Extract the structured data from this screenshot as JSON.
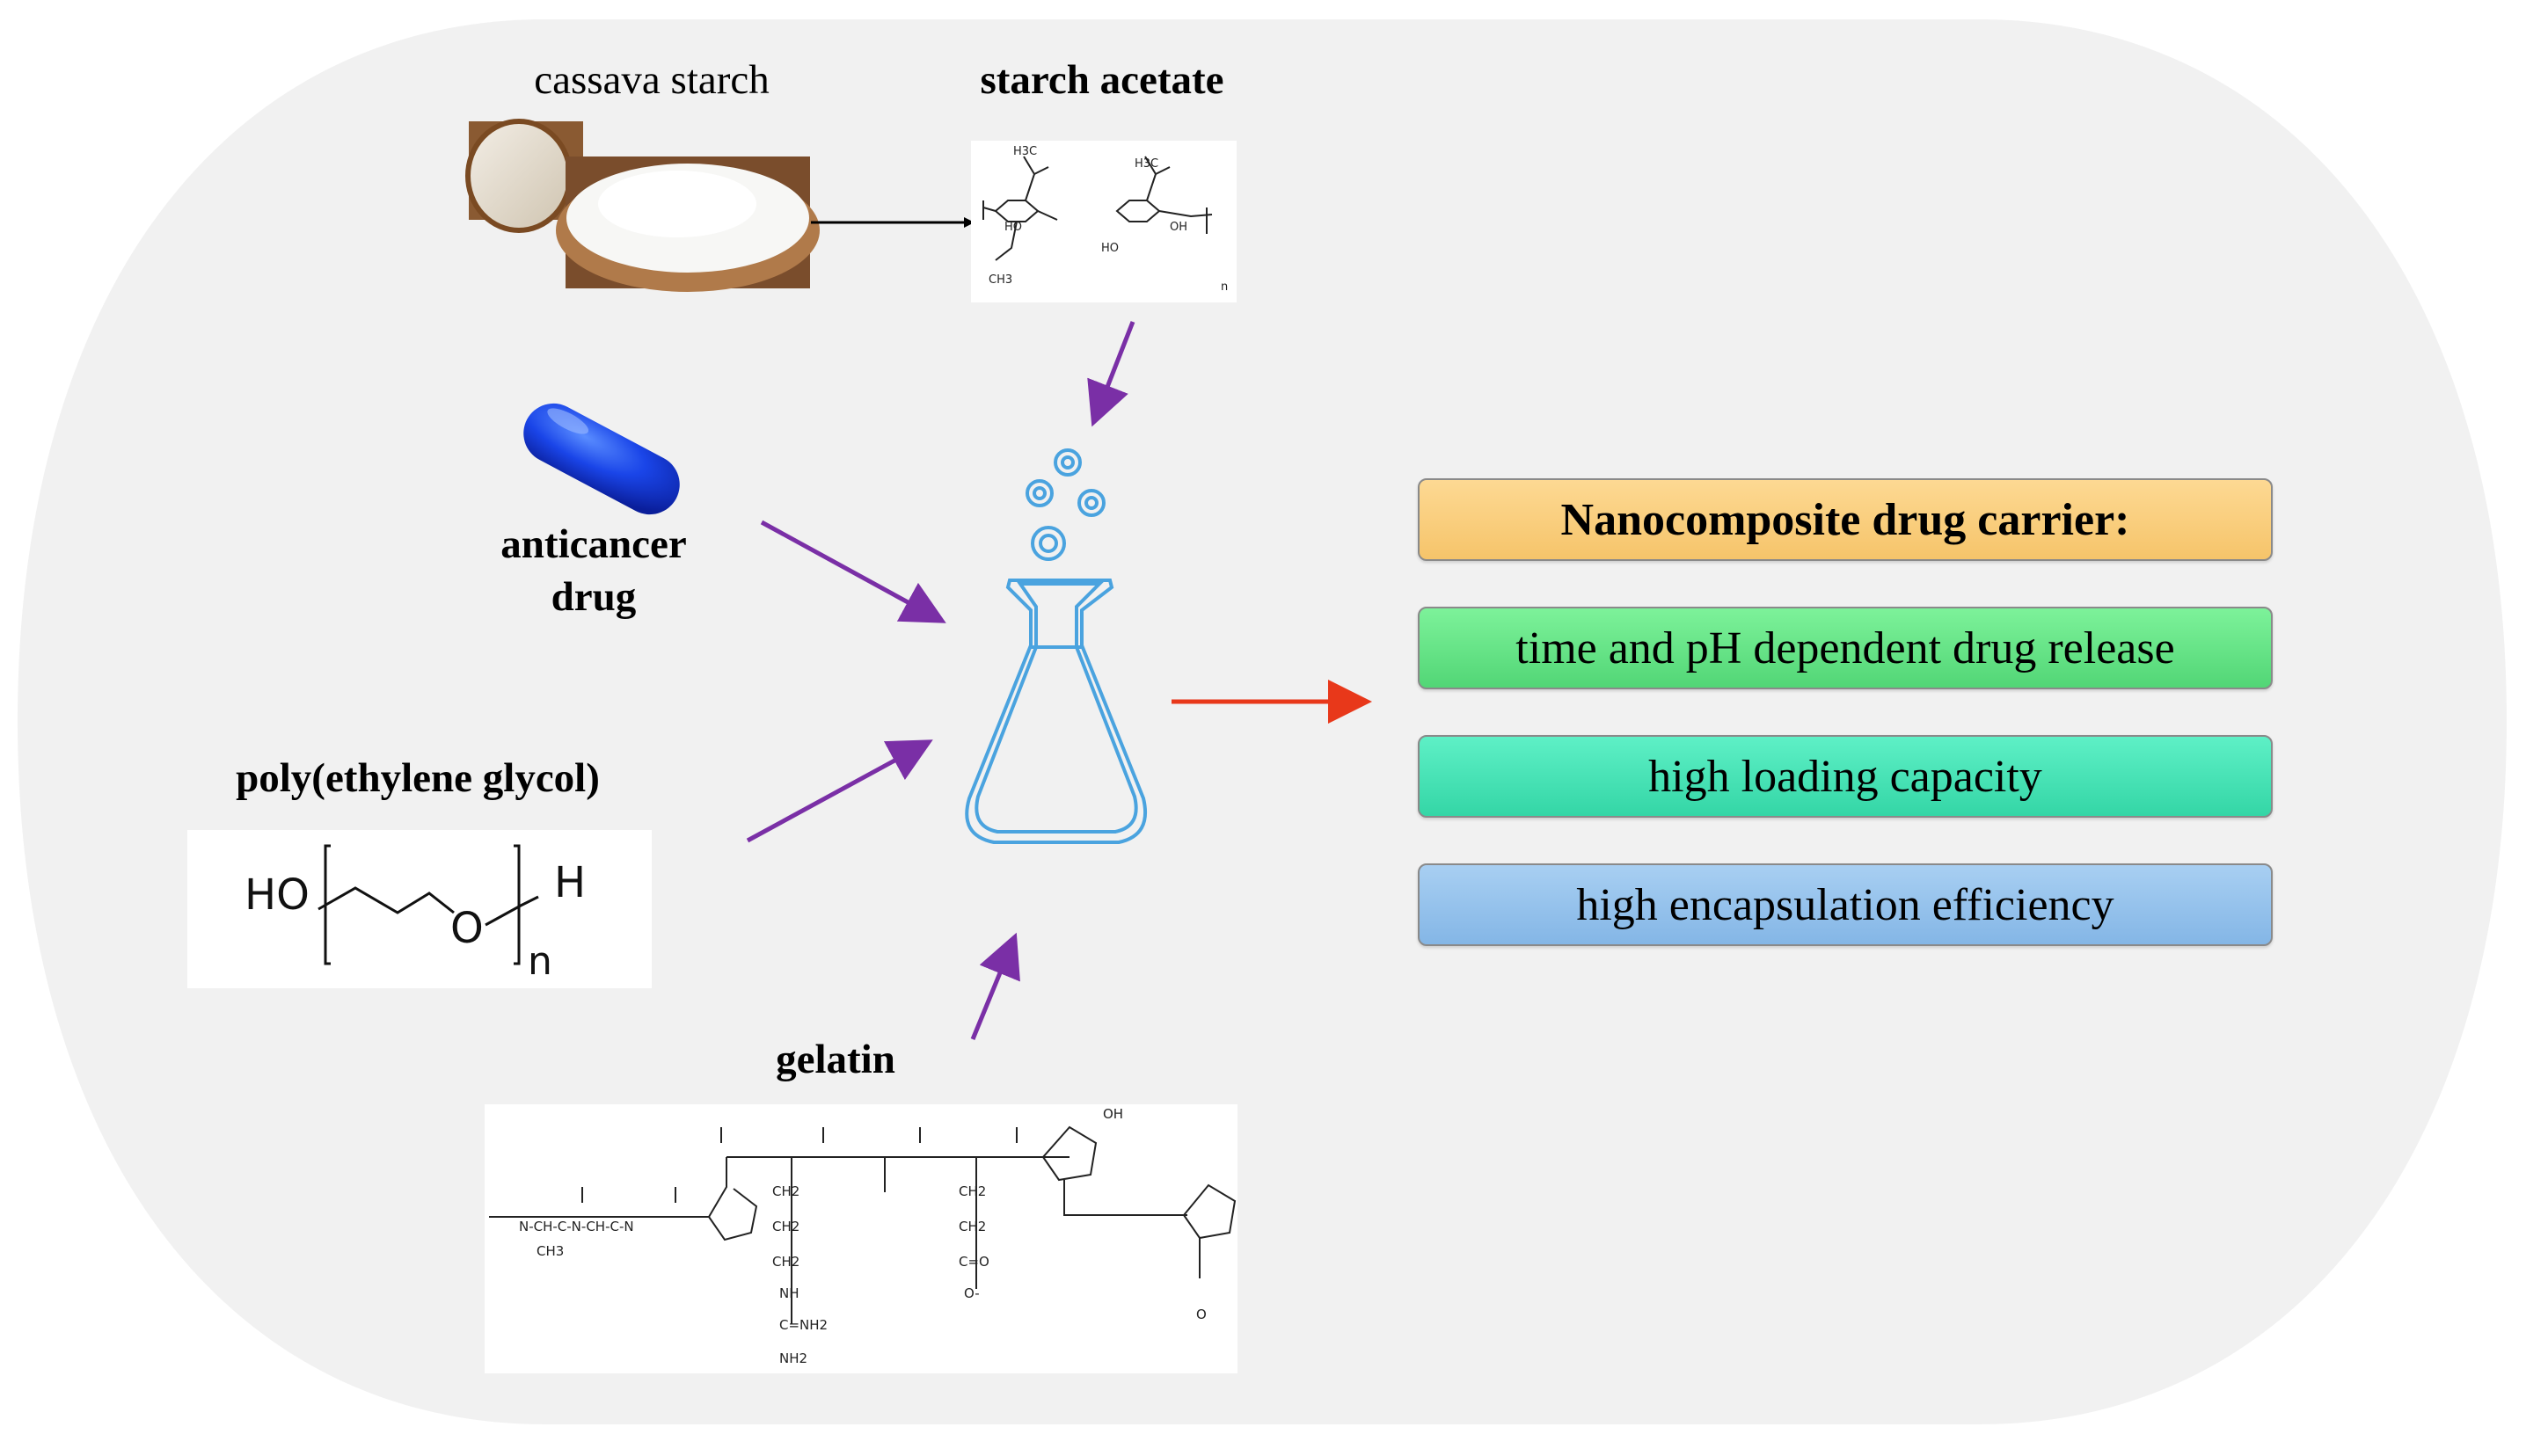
{
  "labels": {
    "cassava_starch": "cassava starch",
    "starch_acetate": "starch acetate",
    "anticancer_line1": "anticancer",
    "anticancer_line2": "drug",
    "peg": "poly(ethylene glycol)",
    "gelatin": "gelatin"
  },
  "peg_structure": {
    "ho": "HO",
    "o": "O",
    "h": "H",
    "n": "n"
  },
  "result_cards": [
    {
      "text": "Nanocomposite drug carrier:",
      "bold": true,
      "color": "#fdd993",
      "color_end": "#f6c46a"
    },
    {
      "text": "time and pH dependent drug release",
      "bold": false,
      "color": "#7df29a",
      "color_end": "#52d676"
    },
    {
      "text": "high loading capacity",
      "bold": false,
      "color": "#5ef0c6",
      "color_end": "#34d6a6"
    },
    {
      "text": "high encapsulation efficiency",
      "bold": false,
      "color": "#a8cff2",
      "color_end": "#84b6e6"
    }
  ],
  "colors": {
    "background_shape": "#f1f1f1",
    "purple_arrow": "#7a2fa6",
    "red_arrow": "#e8381a",
    "flask": "#4aa3df",
    "pill": "#1a45e8"
  }
}
